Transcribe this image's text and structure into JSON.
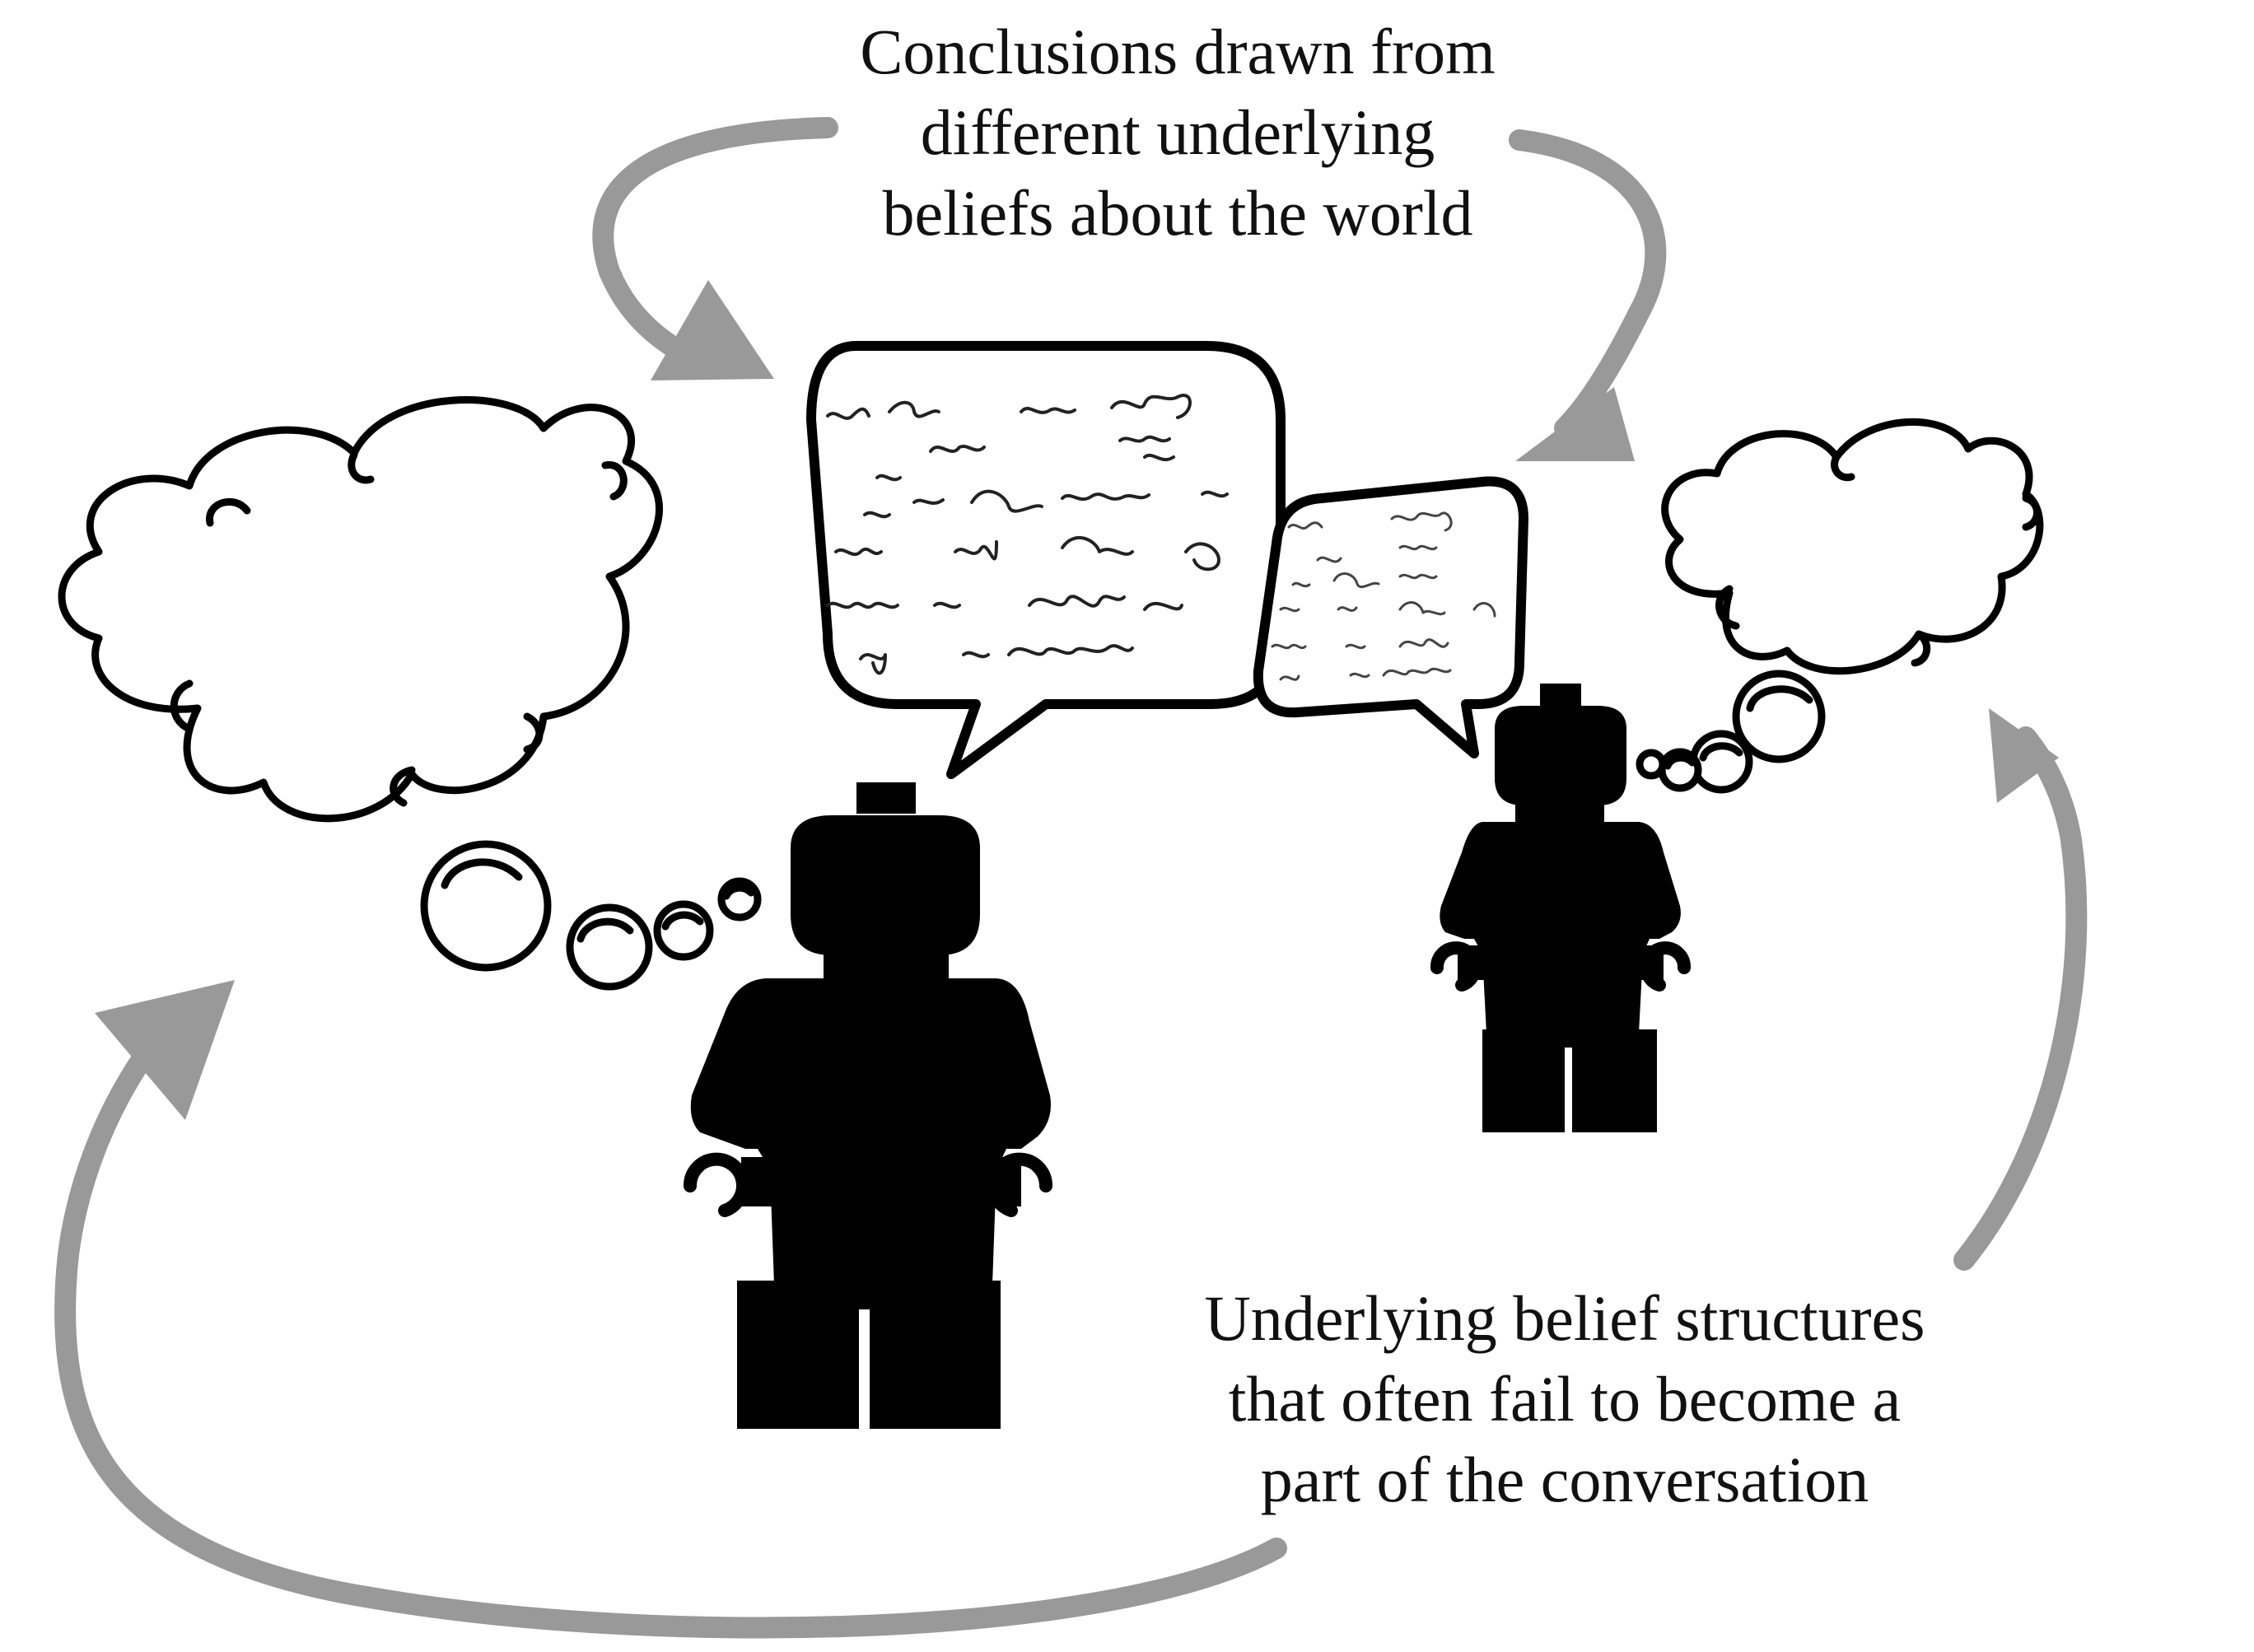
{
  "captions": {
    "top": {
      "lines": [
        "Conclusions drawn from",
        "different underlying",
        "beliefs about the world"
      ]
    },
    "bottom": {
      "lines": [
        "Underlying belief structures",
        "that often fail to become a",
        "part of the conversation"
      ]
    }
  },
  "colors": {
    "arrow": "#999999",
    "figure": "#000000",
    "bubble_outline": "#000000",
    "background": "#ffffff"
  },
  "icons": {
    "figures": "minifigure-silhouette-icon",
    "speech": "speech-bubble-icon",
    "thought": "thought-cloud-icon",
    "arrows": "curved-arrow-icon"
  }
}
